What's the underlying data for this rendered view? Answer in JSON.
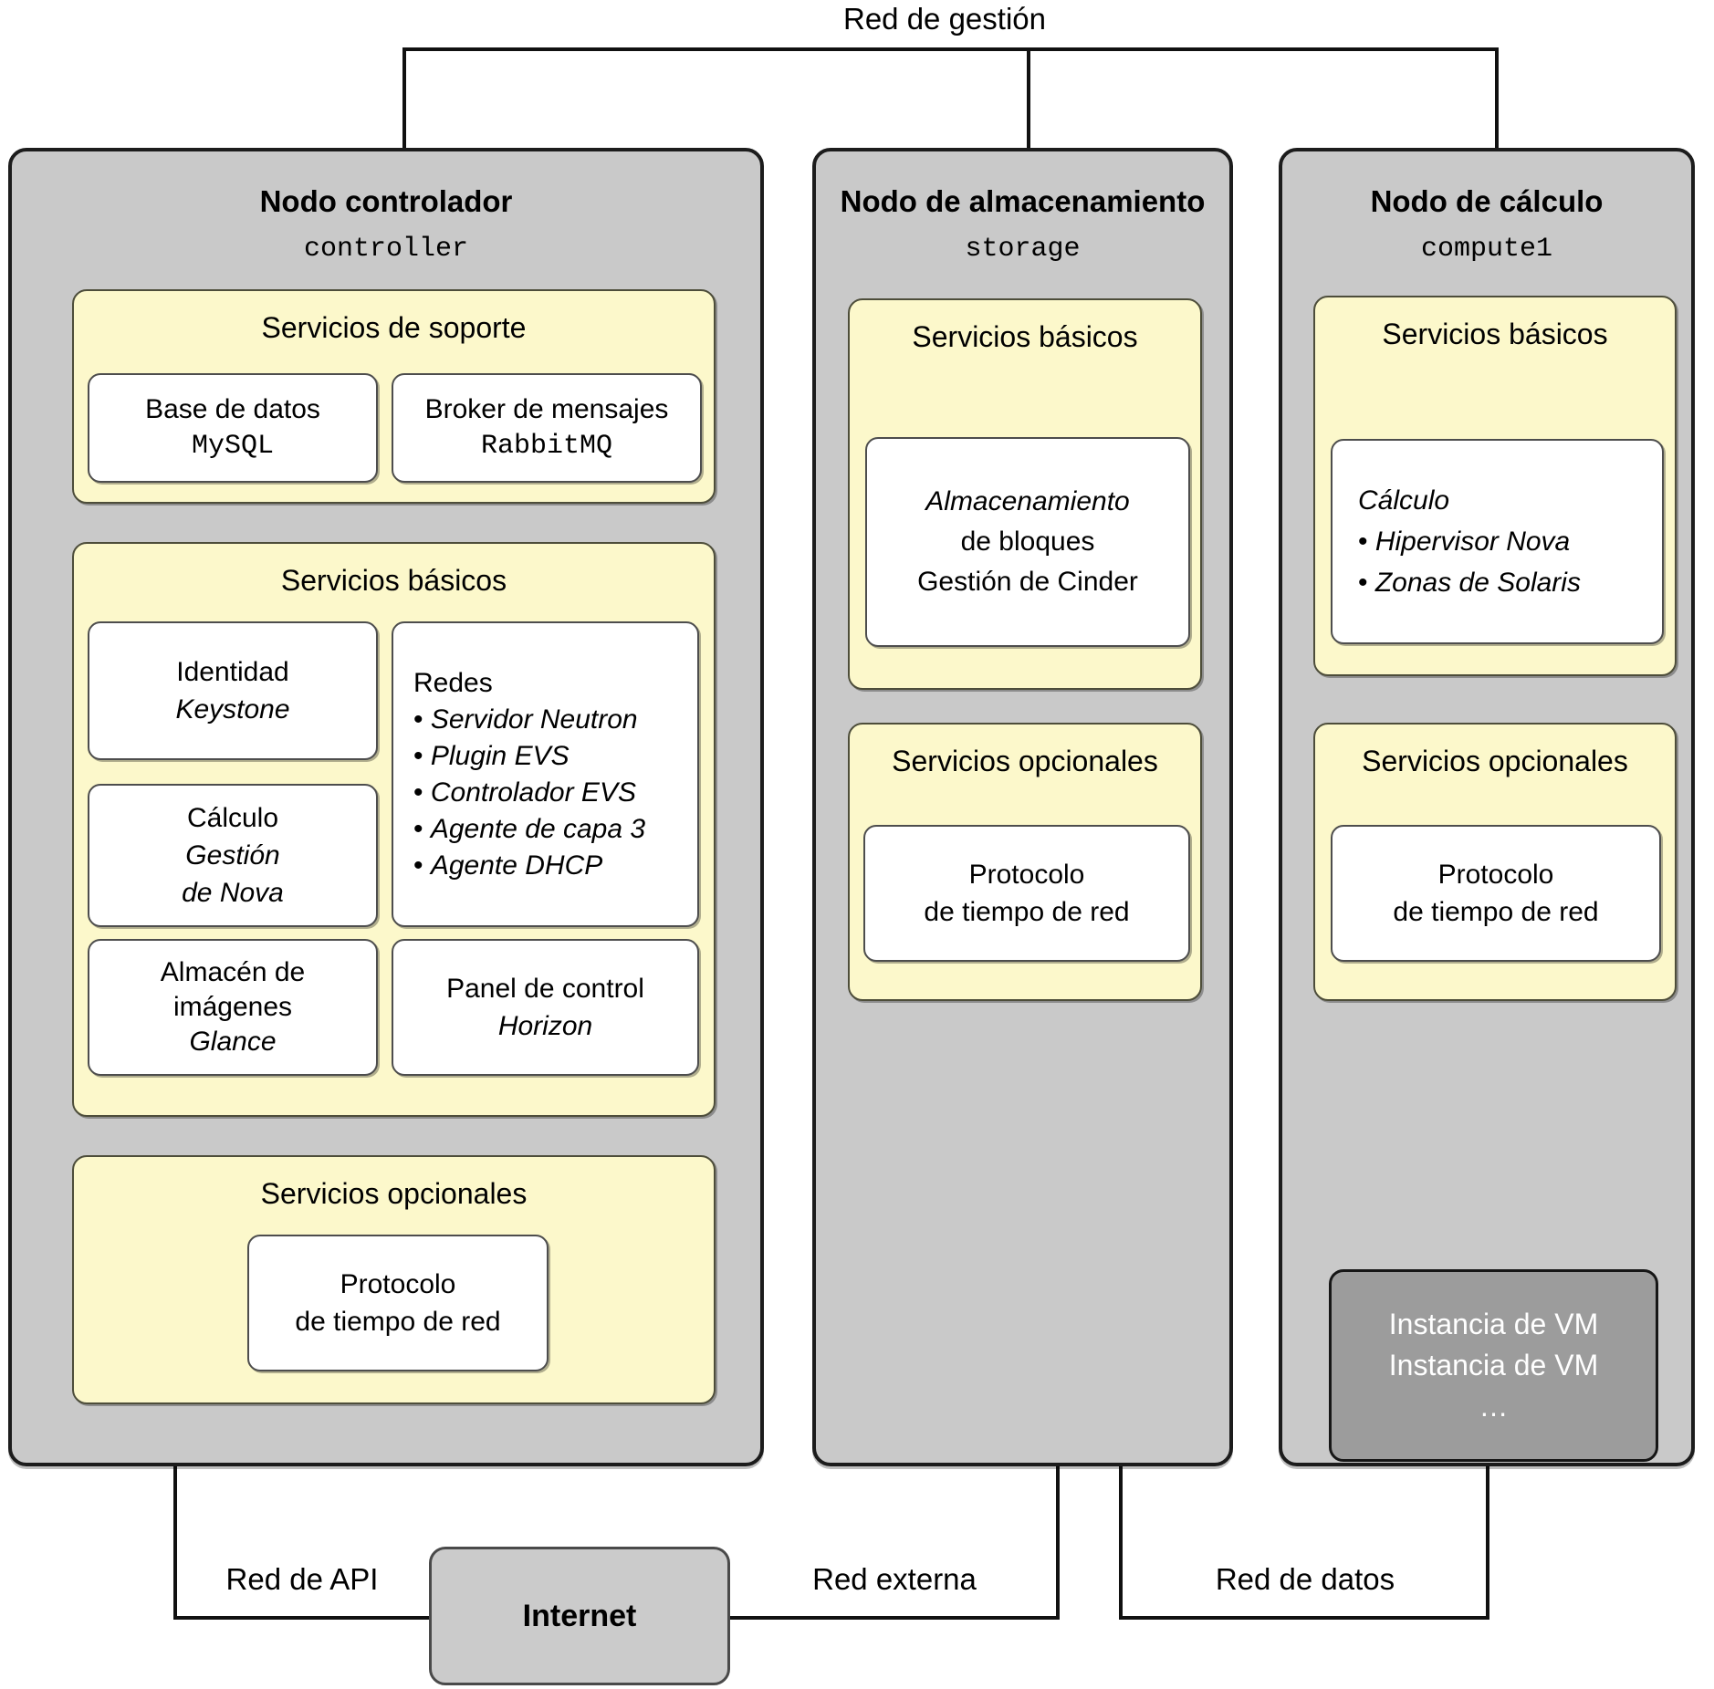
{
  "labels": {
    "management_network": "Red de gestión",
    "api_network": "Red de API",
    "external_network": "Red externa",
    "data_network": "Red de datos",
    "internet": "Internet"
  },
  "controller": {
    "title": "Nodo controlador",
    "hostname": "controller",
    "support": {
      "header": "Servicios de soporte",
      "db": {
        "l1": "Base de datos",
        "l2": "MySQL"
      },
      "broker": {
        "l1": "Broker de mensajes",
        "l2": "RabbitMQ"
      }
    },
    "basic": {
      "header": "Servicios básicos",
      "identity": {
        "l1": "Identidad",
        "l2": "Keystone"
      },
      "compute": {
        "l1": "Cálculo",
        "l2": "Gestión",
        "l3": "de Nova"
      },
      "networking": {
        "title": "Redes",
        "bullets": [
          "Servidor Neutron",
          "Plugin EVS",
          "Controlador EVS",
          "Agente de capa 3",
          "Agente DHCP"
        ]
      },
      "image": {
        "l1": "Almacén de",
        "l2": "imágenes",
        "l3": "Glance"
      },
      "dashboard": {
        "l1": "Panel de control",
        "l2": "Horizon"
      }
    },
    "optional": {
      "header": "Servicios opcionales",
      "ntp": {
        "l1": "Protocolo",
        "l2": "de tiempo de red"
      }
    }
  },
  "storage": {
    "title": "Nodo de almacenamiento",
    "hostname": "storage",
    "basic": {
      "header": "Servicios básicos",
      "block": {
        "l1": "Almacenamiento",
        "l2": "de bloques",
        "l3": "Gestión de Cinder"
      }
    },
    "optional": {
      "header": "Servicios opcionales",
      "ntp": {
        "l1": "Protocolo",
        "l2": "de tiempo de red"
      }
    }
  },
  "compute": {
    "title": "Nodo de cálculo",
    "hostname": "compute1",
    "basic": {
      "header": "Servicios básicos",
      "calc": {
        "title": "Cálculo",
        "bullets": [
          "Hipervisor Nova",
          "Zonas de Solaris"
        ]
      }
    },
    "optional": {
      "header": "Servicios opcionales",
      "ntp": {
        "l1": "Protocolo",
        "l2": "de tiempo de red"
      }
    },
    "vm": {
      "l1": "Instancia de VM",
      "l2": "Instancia de VM",
      "l3": "…"
    }
  },
  "colors": {
    "node_fill": "#c9c9c9",
    "section_fill": "#fcf8cb",
    "box_fill": "#ffffff",
    "vm_fill": "#9c9c9c",
    "vm_text": "#ffffff",
    "line": "#111111",
    "background": "#ffffff"
  }
}
